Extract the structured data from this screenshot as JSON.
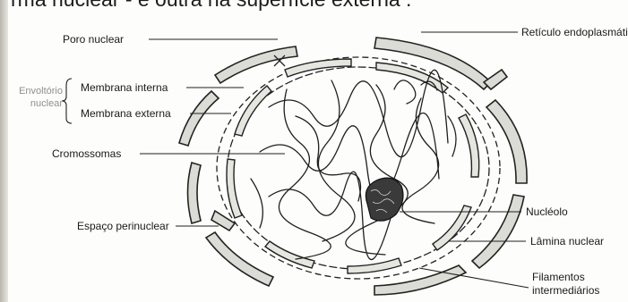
{
  "header_text": "rma nuclear - e outra na superfície externa .",
  "labels": {
    "poro_nuclear": "Poro nuclear",
    "reticulo": "Retículo endoplasmático",
    "envoltorio_line1": "Envoltório",
    "envoltorio_line2": "nuclear",
    "membrana_interna": "Membrana interna",
    "membrana_externa": "Membrana externa",
    "cromossomas": "Cromossomas",
    "nucleolo": "Nucléolo",
    "espaco_perinuclear": "Espaço perinuclear",
    "lamina_nuclear": "Lâmina nuclear",
    "filamentos_line1": "Filamentos",
    "filamentos_line2": "intermediários"
  },
  "colors": {
    "ink": "#1f1f1f",
    "er_fill": "#dcdcd6",
    "nucleolus": "#3a3a3a"
  }
}
